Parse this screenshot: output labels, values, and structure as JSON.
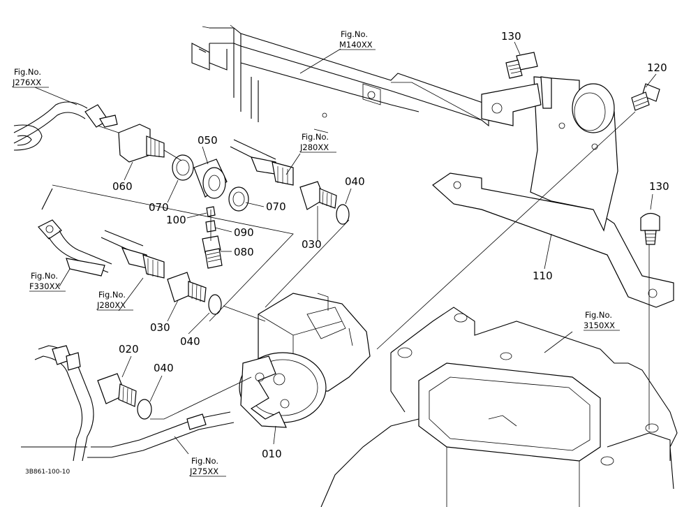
{
  "diagram_code": "3B861-100-10",
  "part_labels": {
    "p010": "010",
    "p020": "020",
    "p030a": "030",
    "p030b": "030",
    "p040a": "040",
    "p040b": "040",
    "p040c": "040",
    "p050": "050",
    "p060": "060",
    "p070a": "070",
    "p070b": "070",
    "p080": "080",
    "p090": "090",
    "p100": "100",
    "p110": "110",
    "p120": "120",
    "p130a": "130",
    "p130b": "130"
  },
  "fig_refs": {
    "m140": {
      "label": "Fig.No.",
      "code": "M140XX"
    },
    "j276": {
      "label": "Fig.No.",
      "code": "J276XX"
    },
    "j280a": {
      "label": "Fig.No.",
      "code": "J280XX"
    },
    "j280b": {
      "label": "Fig.No.",
      "code": "J280XX"
    },
    "f330": {
      "label": "Fig.No.",
      "code": "F330XX"
    },
    "s3150": {
      "label": "Fig.No.",
      "code": "3150XX"
    },
    "j275": {
      "label": "Fig.No.",
      "code": "J275XX"
    }
  }
}
